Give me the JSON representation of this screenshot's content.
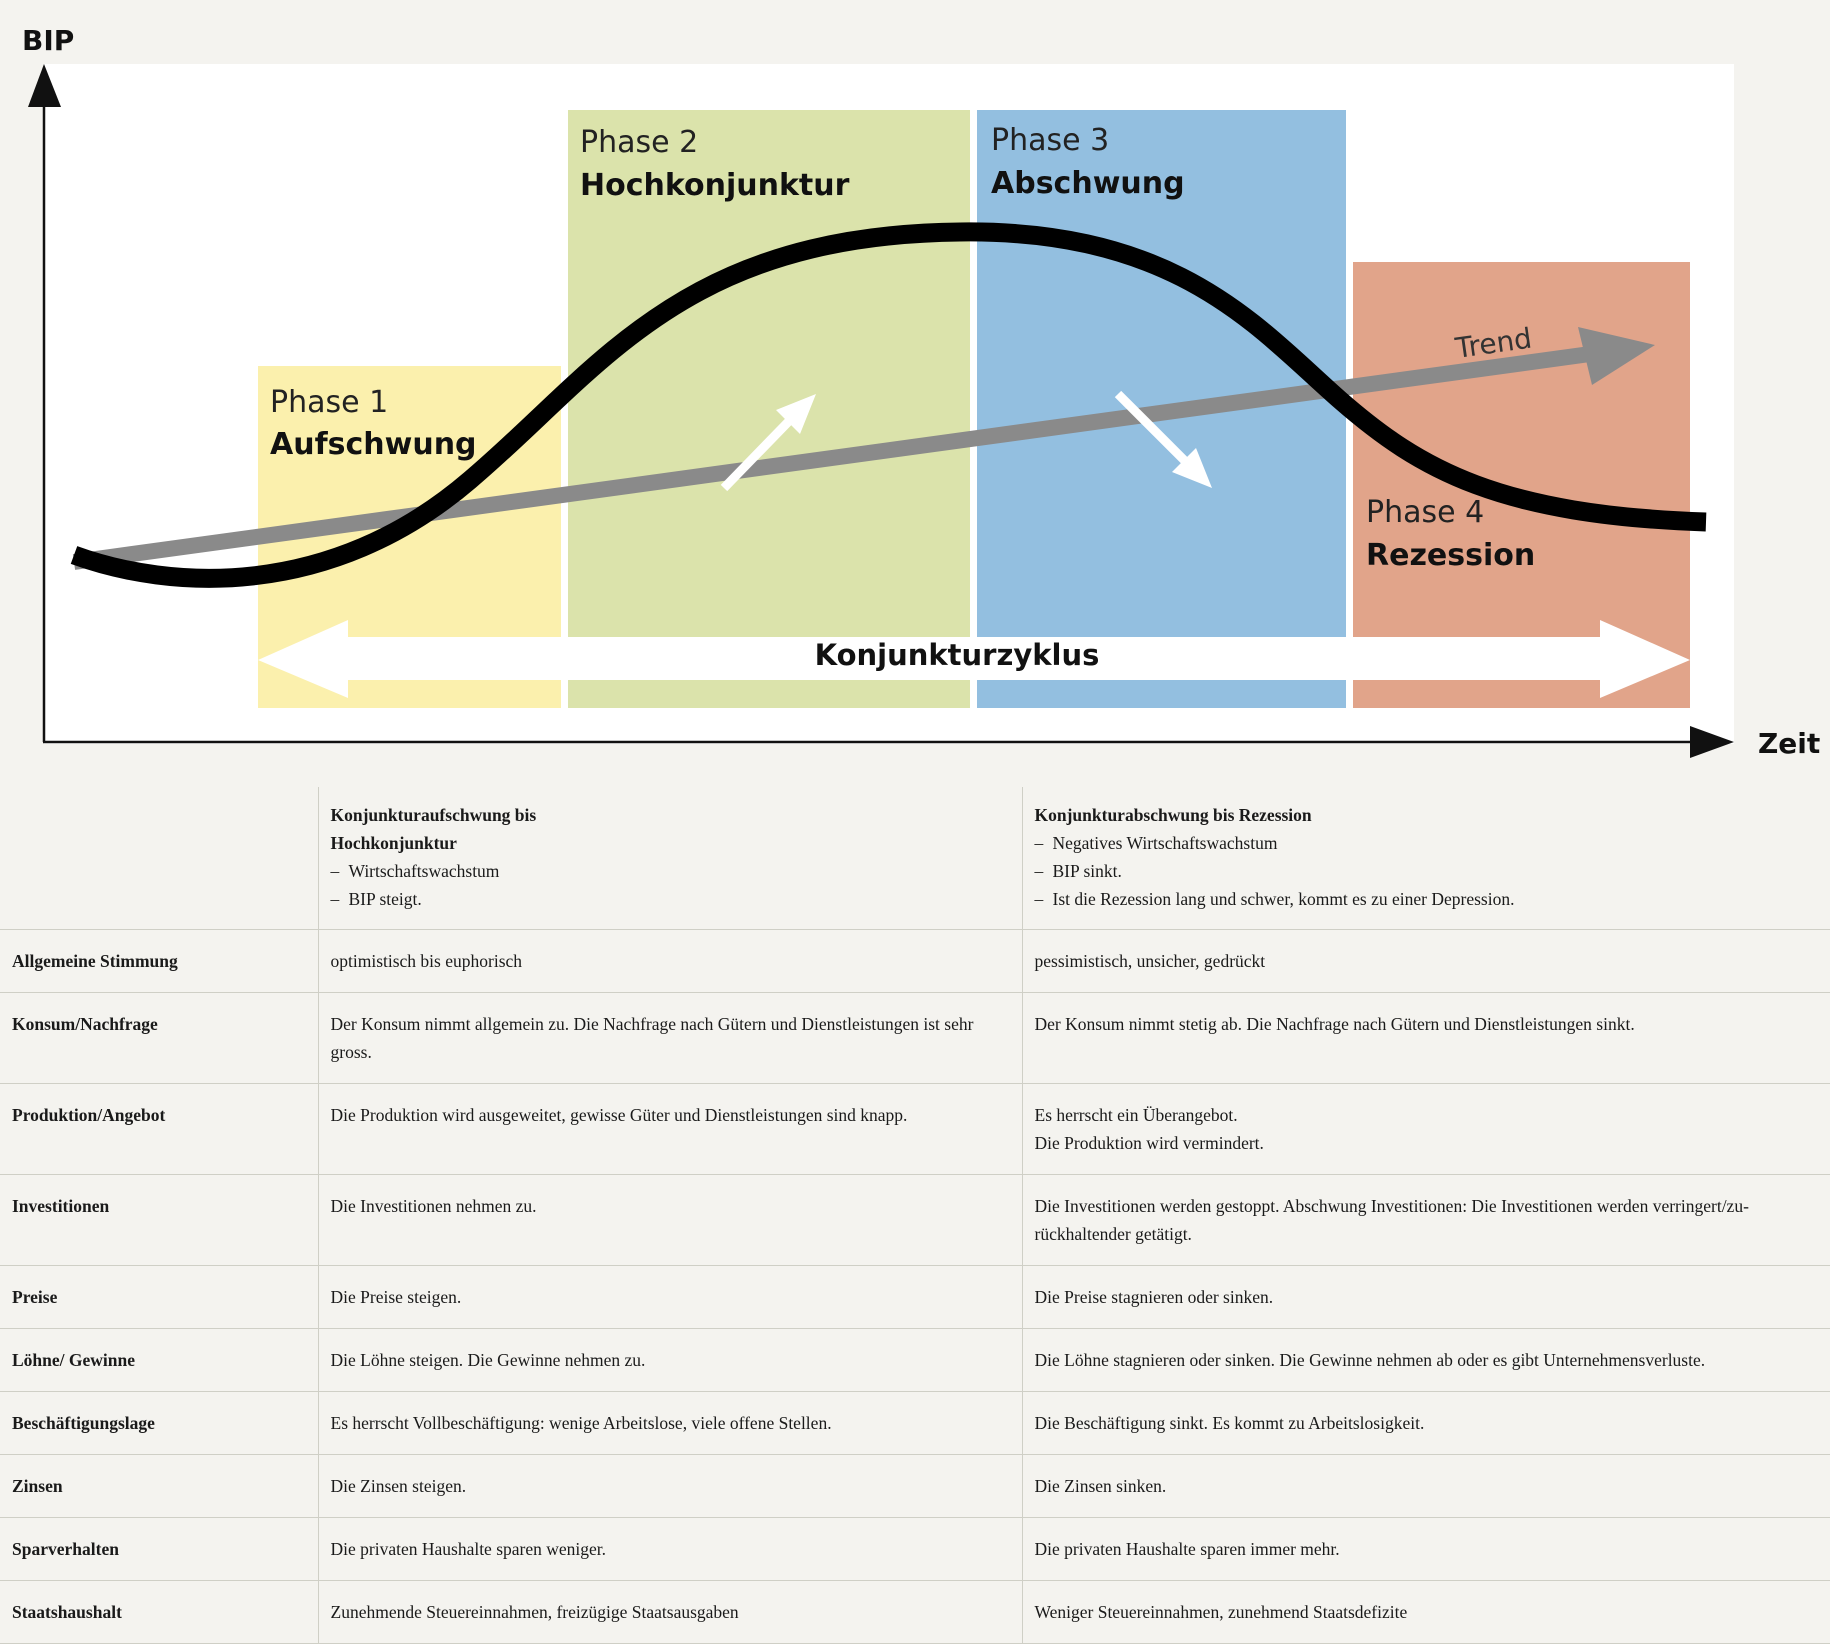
{
  "diagram": {
    "y_axis_label": "BIP",
    "x_axis_label": "Zeit",
    "trend_label": "Trend",
    "cycle_label": "Konjunkturzyklus",
    "phases": [
      {
        "number": "Phase 1",
        "name": "Aufschwung",
        "color": "#fbf0ad"
      },
      {
        "number": "Phase 2",
        "name": "Hochkonjunktur",
        "color": "#dbe3ab"
      },
      {
        "number": "Phase 3",
        "name": "Abschwung",
        "color": "#93bfe0"
      },
      {
        "number": "Phase 4",
        "name": "Rezession",
        "color": "#e1a48a"
      }
    ],
    "colors": {
      "curve": "#000000",
      "trend": "#8a8a8a",
      "arrows": "#ffffff",
      "plot_bg": "#ffffff"
    }
  },
  "table": {
    "upswing": {
      "title_line1": "Konjunkturaufschwung bis",
      "title_line2": "Hochkonjunktur",
      "bullets": [
        "Wirtschaftswachstum",
        "BIP steigt."
      ]
    },
    "downswing": {
      "title": "Konjunkturabschwung bis Rezession",
      "bullets": [
        "Negatives Wirtschaftswachstum",
        "BIP sinkt.",
        "Ist die Rezession lang und schwer, kommt es zu einer Depression."
      ]
    },
    "rows": [
      {
        "label": "Allgemeine Stimmung",
        "up": [
          "optimistisch bis euphorisch"
        ],
        "down": [
          "pessimistisch, unsicher, gedrückt"
        ]
      },
      {
        "label": "Konsum/Nachfrage",
        "up": [
          "Der Konsum nimmt allgemein zu. Die Nachfrage nach Gütern und Dienstleistungen ist sehr gross."
        ],
        "down": [
          "Der Konsum nimmt stetig ab. Die Nachfrage nach Gütern und Dienstleistungen sinkt."
        ]
      },
      {
        "label": "Produktion/Angebot",
        "up": [
          "Die Produktion wird ausgeweitet, gewisse Güter und Dienstleistungen sind knapp."
        ],
        "down": [
          "Es herrscht ein Überangebot.",
          "Die Produktion wird vermindert."
        ]
      },
      {
        "label": "Investitionen",
        "up": [
          "Die Investitionen nehmen zu."
        ],
        "down": [
          "Die Investitionen werden gestoppt. Abschwung Investitionen: Die Investitionen werden verringert/zu-rückhaltender getätigt."
        ]
      },
      {
        "label": "Preise",
        "up": [
          "Die Preise steigen."
        ],
        "down": [
          "Die Preise stagnieren oder sinken."
        ]
      },
      {
        "label": "Löhne/ Gewinne",
        "up": [
          "Die Löhne steigen. Die Gewinne nehmen zu."
        ],
        "down": [
          "Die Löhne stagnieren oder sinken. Die Gewinne nehmen ab oder es gibt Unternehmensverluste."
        ]
      },
      {
        "label": "Beschäftigungslage",
        "up": [
          "Es herrscht Vollbeschäftigung: wenige Arbeitslose, viele offene Stellen."
        ],
        "down": [
          "Die Beschäftigung sinkt. Es kommt zu Arbeitslosigkeit."
        ]
      },
      {
        "label": "Zinsen",
        "up": [
          "Die Zinsen steigen."
        ],
        "down": [
          "Die Zinsen sinken."
        ]
      },
      {
        "label": "Sparverhalten",
        "up": [
          "Die privaten Haushalte sparen weniger."
        ],
        "down": [
          "Die privaten Haushalte sparen immer mehr."
        ]
      },
      {
        "label": "Staatshaushalt",
        "up": [
          "Zunehmende Steuereinnahmen, freizügige Staatsausgaben"
        ],
        "down": [
          "Weniger Steuereinnahmen, zunehmend Staatsdefizite"
        ]
      }
    ]
  }
}
